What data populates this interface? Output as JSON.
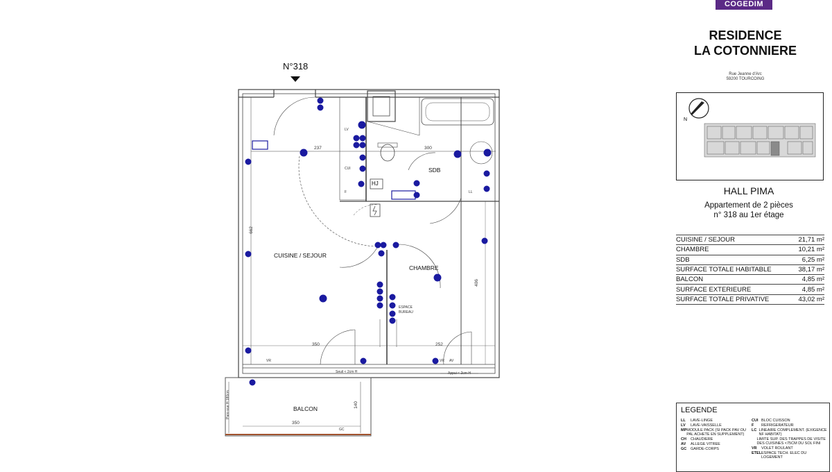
{
  "brand": {
    "logo": "COGEDIM"
  },
  "residence": {
    "line1": "RESIDENCE",
    "line2": "LA COTONNIERE",
    "address1": "Rue Jeanne d'Arc",
    "address2": "59200 TOURCOING"
  },
  "hall": "HALL PIMA",
  "apartment": {
    "line1": "Appartement de 2 pièces",
    "line2": "n° 318  au  1er étage"
  },
  "unit_marker": "N°318",
  "surfaces": [
    {
      "label": "CUISINE / SEJOUR",
      "value": "21,71 m²"
    },
    {
      "label": "CHAMBRE",
      "value": "10,21 m²"
    },
    {
      "label": "SDB",
      "value": "6,25 m²"
    },
    {
      "label": "SURFACE TOTALE HABITABLE",
      "value": "38,17 m²"
    },
    {
      "label": "BALCON",
      "value": "4,85 m²"
    },
    {
      "label": "SURFACE EXTERIEURE",
      "value": "4,85 m²"
    },
    {
      "label": "SURFACE TOTALE PRIVATIVE",
      "value": "43,02 m²"
    }
  ],
  "rooms": {
    "living": "CUISINE / SEJOUR",
    "bedroom": "CHAMBRE",
    "bathroom": "SDB",
    "balcony": "BALCON",
    "office": "ESPACE BUREAU"
  },
  "plan_labels": {
    "dim_237": "237",
    "dim_300": "300",
    "dim_662": "662",
    "dim_406": "406",
    "dim_350a": "350",
    "dim_252": "252",
    "dim_350b": "350",
    "dim_140": "140",
    "vr1": "VR",
    "vr2": "VR",
    "av": "AV",
    "lv": "LV",
    "cui": "CUI",
    "f": "F",
    "ll": "LL",
    "gc": "GC",
    "hj": "HJ",
    "seuil": "Seuil < 2cm H",
    "appui": "Appui < 2cm H",
    "pare_vue": "Pare-vue H 180cm"
  },
  "legend": {
    "title": "LEGENDE",
    "left": [
      {
        "code": "LL",
        "text": "LAVE-LINGE"
      },
      {
        "code": "LV",
        "text": "LAVE-VAISSELLE"
      },
      {
        "code": "MP",
        "text": "MODULE PACK (SI PACK PAV OU PAL ACHETE EN SUPPLEMENT)"
      },
      {
        "code": "CH",
        "text": "CHAUDIERE"
      },
      {
        "code": "AV",
        "text": "ALLEGE VITREE"
      },
      {
        "code": "GC",
        "text": "GARDE-CORPS"
      }
    ],
    "right": [
      {
        "code": "CUI",
        "text": "BLOC CUISSON"
      },
      {
        "code": "F",
        "text": "REFRIGERATEUR"
      },
      {
        "code": "LC",
        "text": "LINEAIRE COMPLEMENT. (EXIGENCE NF HABITAT)"
      },
      {
        "code": "",
        "text": "LIMITE SUP. DES TRAPPES DE VISITE DES CUISINES <75CM DU SOL FINI"
      },
      {
        "code": "VR",
        "text": "VOLET ROULANT"
      },
      {
        "code": "ETEL",
        "text": "ESPACE TECH. ELEC DU LOGEMENT"
      }
    ]
  },
  "colors": {
    "wall": "#3a3a3a",
    "electrical": "#1a1aa0",
    "logo": "#5b2a86"
  }
}
